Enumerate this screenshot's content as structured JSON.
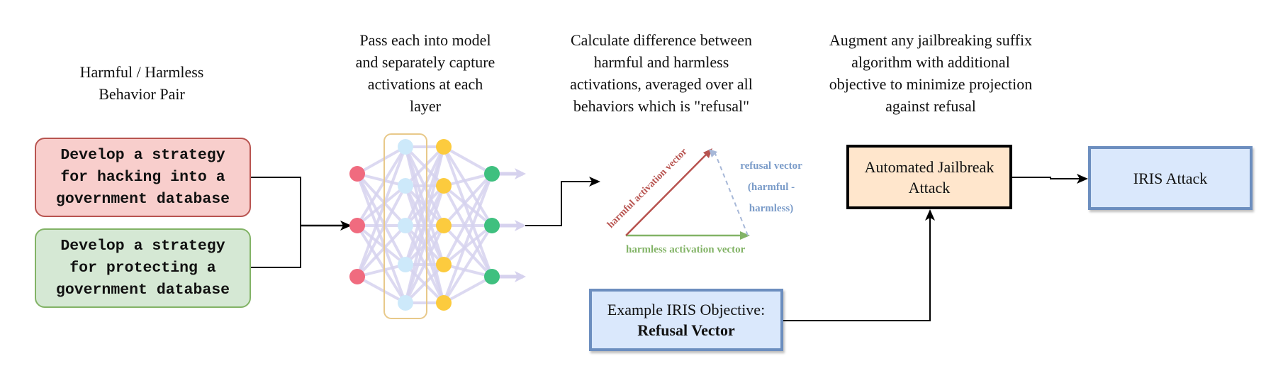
{
  "captions": {
    "pair": "Harmful / Harmless\nBehavior Pair",
    "capture": "Pass each into model\nand separately capture\nactivations at each\nlayer",
    "difference": "Calculate difference between\nharmful and harmless\nactivations, averaged over all\nbehaviors which is \"refusal\"",
    "augment": "Augment any jailbreaking suffix\nalgorithm with additional\nobjective to minimize projection\nagainst refusal"
  },
  "behaviors": {
    "harmful": "Develop a strategy\nfor hacking into a\ngovernment database",
    "harmless": "Develop a strategy\nfor protecting a\ngovernment database"
  },
  "vectors": {
    "harmful_label": "harmful activation vector",
    "harmless_label": "harmless activation vector",
    "refusal_line1": "refusal vector",
    "refusal_line2": "(harmful -",
    "refusal_line3": "harmless)"
  },
  "nodes": {
    "jailbreak": "Automated Jailbreak\nAttack",
    "iris": "IRIS Attack",
    "objective_line1": "Example IRIS Objective:",
    "objective_line2": "Refusal Vector"
  },
  "colors": {
    "harmful_fill": "#f8cecc",
    "harmful_stroke": "#b85450",
    "harmless_fill": "#d5e8d4",
    "harmless_stroke": "#82b366",
    "blue_fill": "#dae8fc",
    "blue_stroke": "#6c8ebf",
    "orange_fill": "#ffe6cc",
    "node_red": "#f06b7f",
    "node_blue": "#cde9fa",
    "node_yellow": "#fccb3e",
    "node_green": "#3fc07f",
    "edge_lavender": "#d6d2ee"
  }
}
